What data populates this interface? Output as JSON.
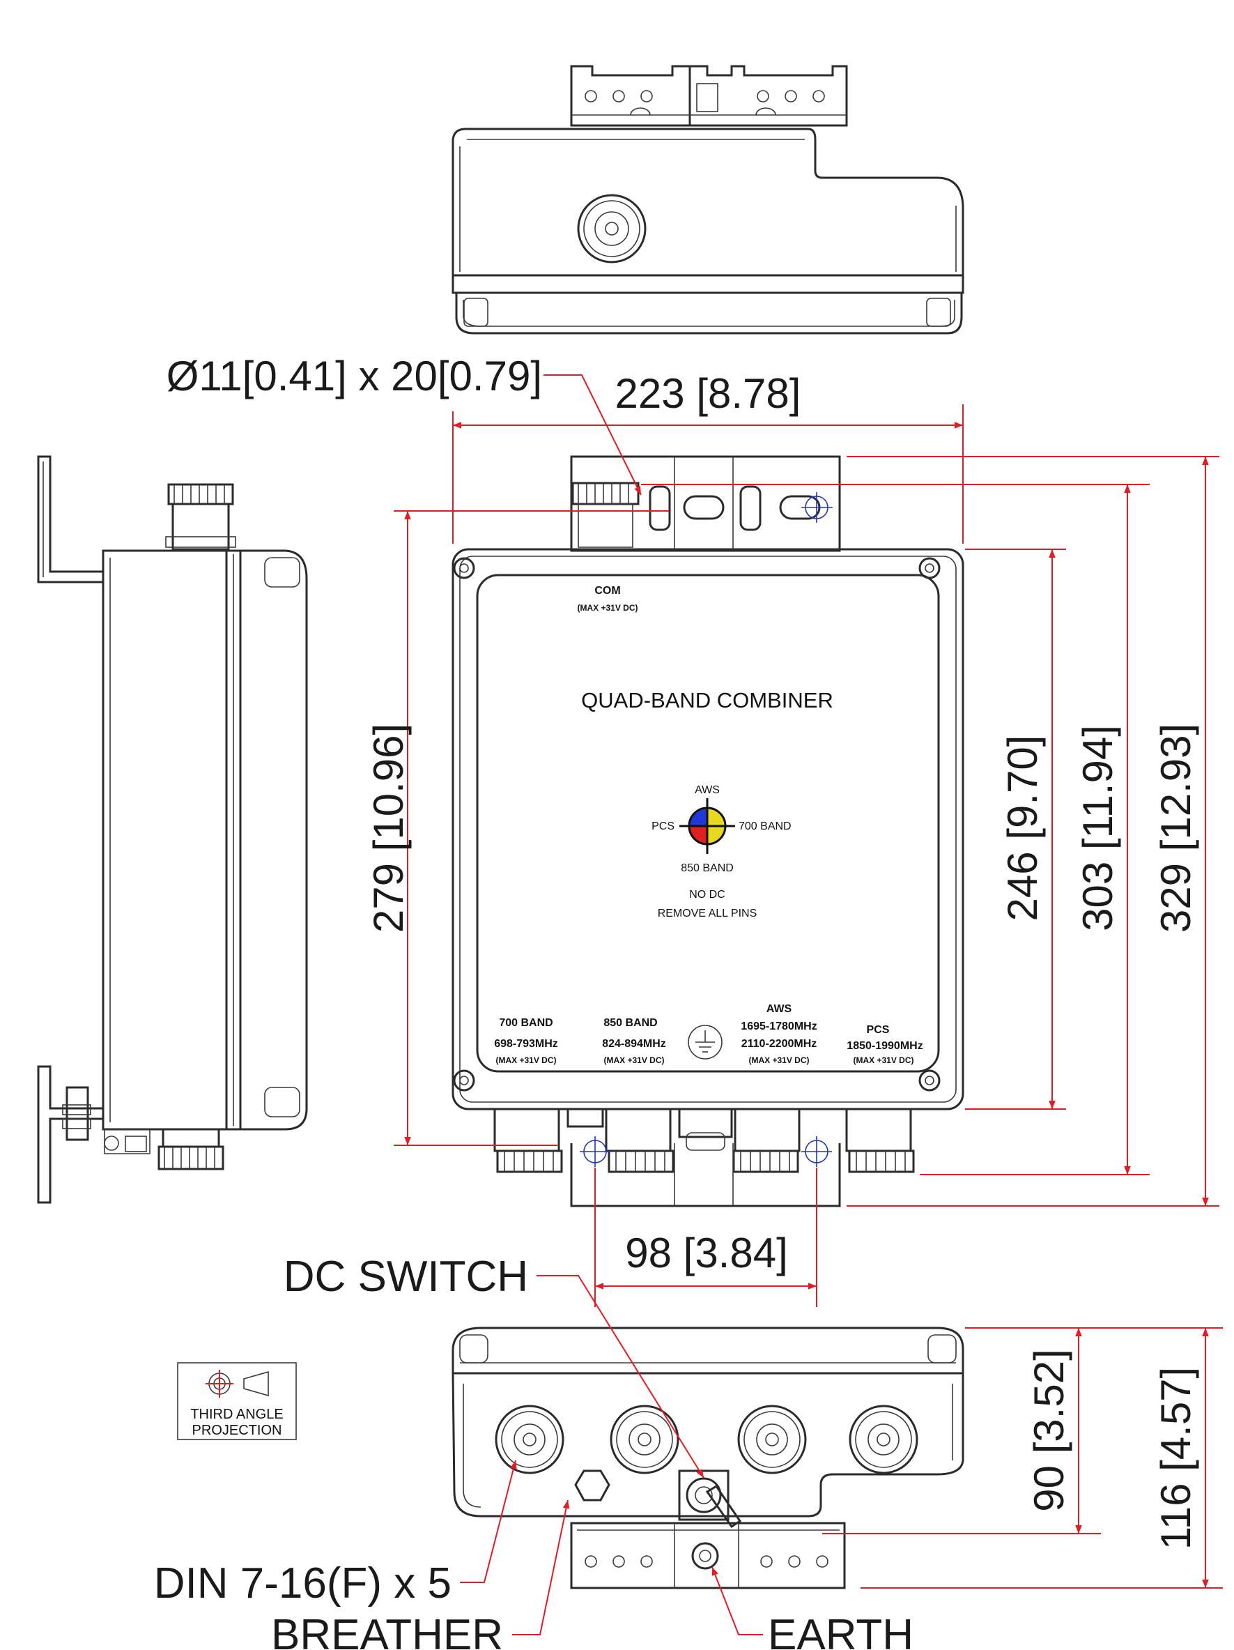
{
  "dimensions": {
    "width_top": "223 [8.78]",
    "hole": "Ø11[0.41] x 20[0.79]",
    "height_279": "279 [10.96]",
    "height_246": "246 [9.70]",
    "height_303": "303 [11.94]",
    "height_329": "329 [12.93]",
    "mount_spacing": "98 [3.84]",
    "depth_90": "90 [3.52]",
    "depth_116": "116 [4.57]"
  },
  "callouts": {
    "dc_switch": "DC SWITCH",
    "din": "DIN 7-16(F) x 5",
    "breather": "BREATHER",
    "earth": "EARTH"
  },
  "label": {
    "com": "COM",
    "com_sub": "(MAX +31V DC)",
    "title": "QUAD-BAND COMBINER",
    "aws": "AWS",
    "pcs": "PCS",
    "band700": "700 BAND",
    "band850": "850 BAND",
    "no_dc": "NO DC",
    "remove_pins": "REMOVE ALL PINS",
    "port1_name": "700 BAND",
    "port1_freq": "698-793MHz",
    "port1_sub": "(MAX +31V DC)",
    "port2_name": "850 BAND",
    "port2_freq": "824-894MHz",
    "port2_sub": "(MAX +31V DC)",
    "port3_name": "AWS",
    "port3_freq1": "1695-1780MHz",
    "port3_freq2": "2110-2200MHz",
    "port3_sub": "(MAX +31V DC)",
    "port4_name": "PCS",
    "port4_freq": "1850-1990MHz",
    "port4_sub": "(MAX +31V DC)"
  },
  "projection": {
    "line1": "THIRD ANGLE",
    "line2": "PROJECTION"
  },
  "colors": {
    "dimension_line": "#e41b23",
    "centerline": "#2233cc",
    "outline": "#2b2b2b",
    "aws_quadrant": "#e8d820",
    "pcs_quadrant": "#2038d8",
    "band850_quadrant": "#e02020"
  }
}
